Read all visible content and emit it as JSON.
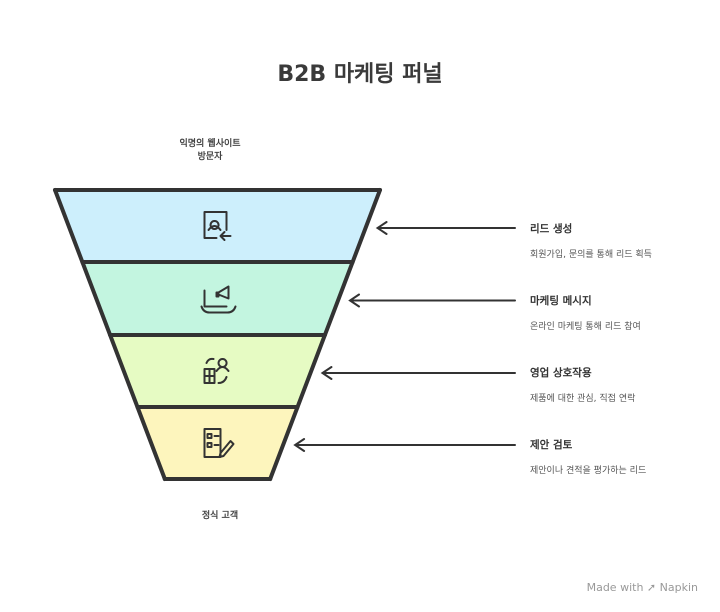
{
  "title": "B2B 마케팅 퍼널",
  "top_label": "익명의 웹사이트\n방문자",
  "bottom_label": "정식 고객",
  "stages": [
    {
      "title": "리드 생성",
      "description": "회원가입, 문의를 통해 리드 획득",
      "color": "#cdeffc",
      "icon": "profile-arrow-icon"
    },
    {
      "title": "마케팅 메시지",
      "description": "온라인 마케팅 통해 리드 참여",
      "color": "#c3f5e0",
      "icon": "laptop-megaphone-icon"
    },
    {
      "title": "영업 상호작용",
      "description": "제품에 대한 관심, 직접 연락",
      "color": "#e6fbc3",
      "icon": "exchange-person-icon"
    },
    {
      "title": "제안 검토",
      "description": "제안이나 견적을 평가하는 리드",
      "color": "#fdf5bd",
      "icon": "checklist-pencil-icon"
    }
  ],
  "footer": {
    "made_with": "Made with",
    "brand": "Napkin"
  }
}
